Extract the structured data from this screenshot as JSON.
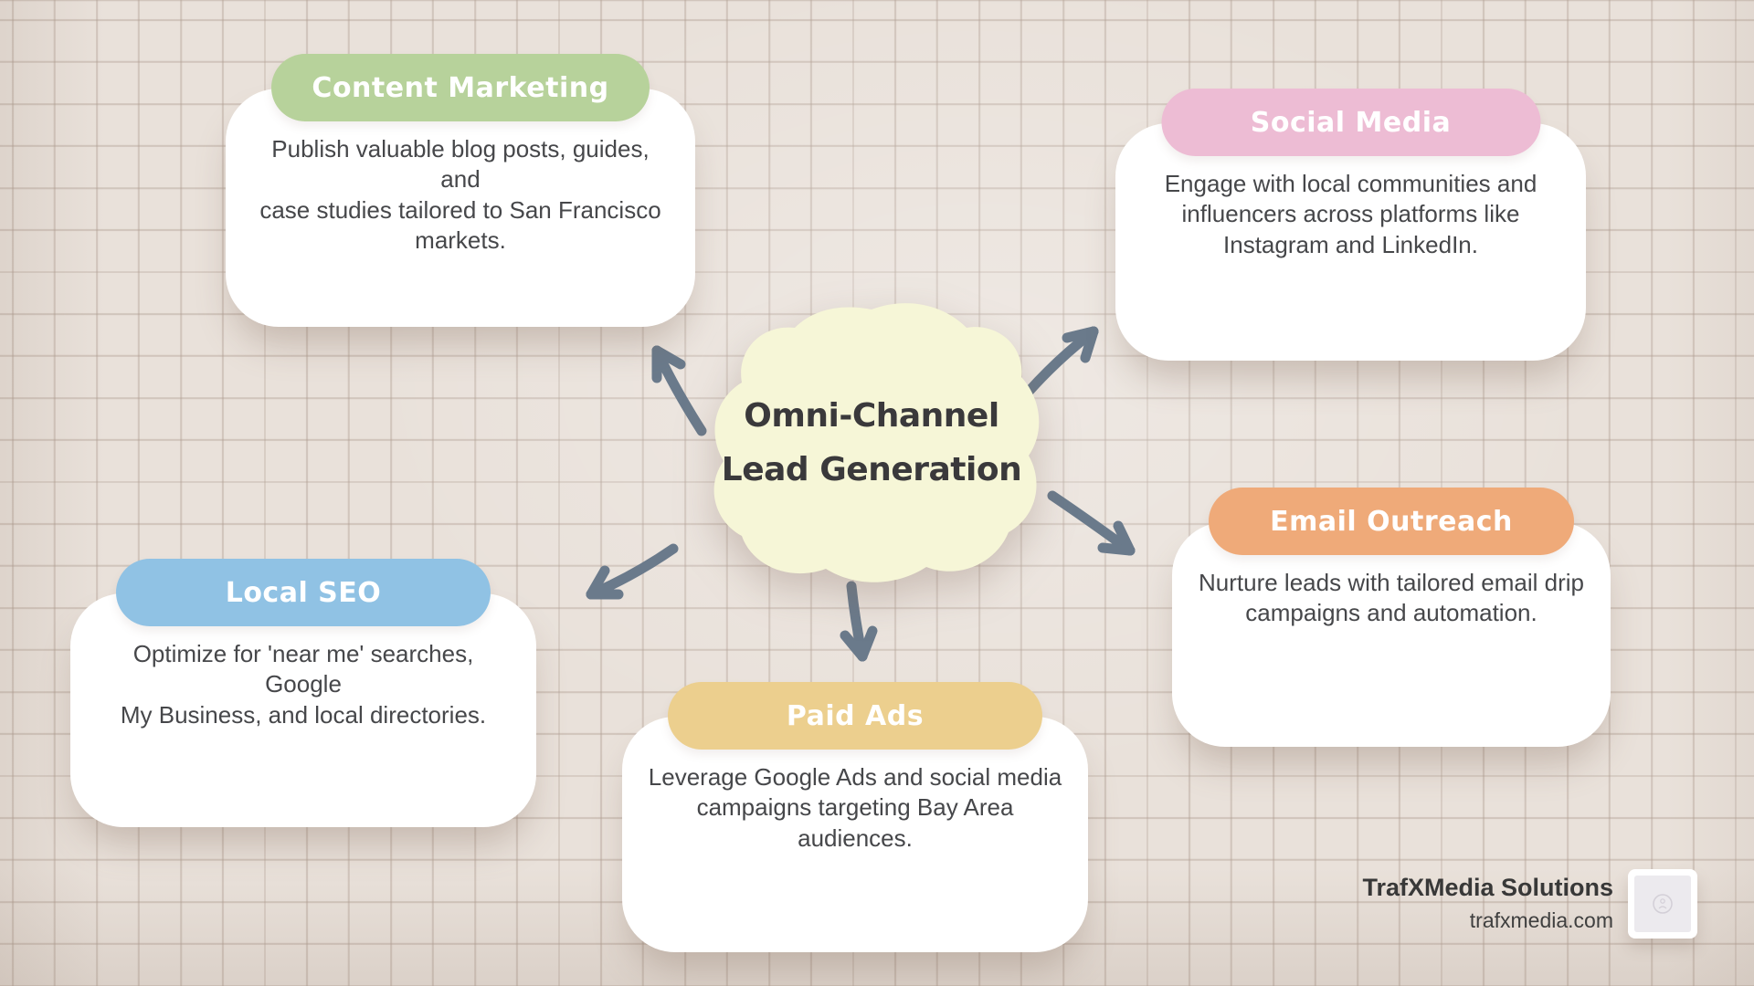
{
  "title": {
    "text": "Omni-Channel\nLead Generation"
  },
  "branches": [
    {
      "id": "content-marketing",
      "label": "Content Marketing",
      "description": "Publish valuable blog posts, guides, and\ncase studies tailored to San Francisco\nmarkets.",
      "color": "#b7d29b"
    },
    {
      "id": "social-media",
      "label": "Social Media",
      "description": "Engage with local communities and\ninfluencers across platforms like\nInstagram and LinkedIn.",
      "color": "#edbcd4"
    },
    {
      "id": "local-seo",
      "label": "Local SEO",
      "description": "Optimize for 'near me' searches, Google\nMy Business, and local directories.",
      "color": "#90c2e4"
    },
    {
      "id": "paid-ads",
      "label": "Paid Ads",
      "description": "Leverage Google Ads and social media\ncampaigns targeting Bay Area audiences.",
      "color": "#eccf8e"
    },
    {
      "id": "email-outreach",
      "label": "Email Outreach",
      "description": "Nurture leads with tailored email drip\ncampaigns and automation.",
      "color": "#efaa79"
    }
  ],
  "footer": {
    "company": "TrafXMedia Solutions",
    "website": "trafxmedia.com"
  },
  "colors": {
    "background": "#e9e1da",
    "grid_line": "#d7cdc5",
    "center_blob": "#f6f6d7",
    "arrow": "#6a7a8b",
    "card": "#ffffff",
    "title_text": "#3a393b",
    "body_text": "#46474a",
    "pill_text": "#ffffff"
  }
}
